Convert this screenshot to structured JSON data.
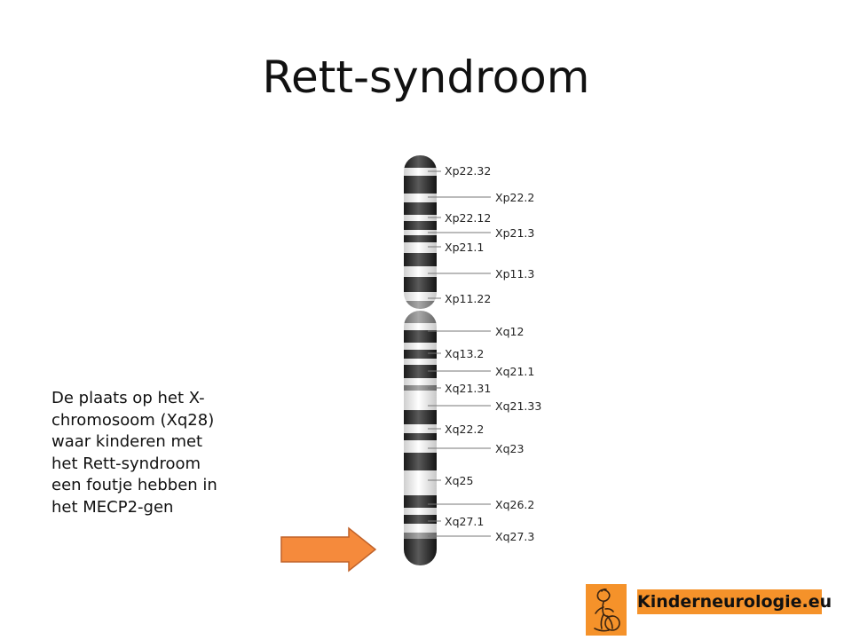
{
  "slide": {
    "title": "Rett-syndroom",
    "caption_lines": [
      "De plaats op het X-",
      "chromosoom  (Xq28)",
      "waar kinderen met",
      "het Rett-syndroom",
      "een foutje hebben in",
      "het MECP2-gen"
    ]
  },
  "chromosome": {
    "p_arm_left_labels": [
      "Xp22.32",
      "Xp22.12",
      "Xp21.1",
      "Xp11.22"
    ],
    "p_arm_right_labels": [
      "Xp22.2",
      "Xp21.3",
      "Xp11.3"
    ],
    "q_arm_left_labels": [
      "Xq13.2",
      "Xq21.31",
      "Xq22.2",
      "Xq25",
      "Xq27.1"
    ],
    "q_arm_right_labels": [
      "Xq12",
      "Xq21.1",
      "Xq21.33",
      "Xq23",
      "Xq26.2",
      "Xq27.3"
    ]
  },
  "arrow": {
    "color": "#f58a3c",
    "stroke": "#c0622a"
  },
  "logo": {
    "text": "Kinderneurologie.eu",
    "color": "#f5922a"
  }
}
